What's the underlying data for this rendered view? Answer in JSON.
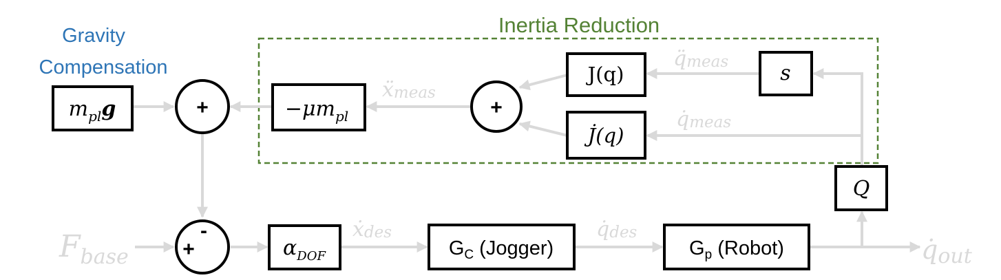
{
  "colors": {
    "gravity_title": "#2e75b6",
    "inertia_title": "#548235",
    "inertia_border": "#548235",
    "signal_line": "#d9d9d9",
    "faint_label": "#d9d9d9",
    "block_border": "#000000"
  },
  "groups": {
    "gravity_line1": "Gravity",
    "gravity_line2": "Compensation",
    "inertia": "Inertia Reduction"
  },
  "blocks": {
    "gravity_base": "m",
    "gravity_sub": "pl",
    "gravity_vec": "g",
    "neg_mu_base": "−μm",
    "neg_mu_sub": "pl",
    "jacobian": "J(q)",
    "jacobian_dot": "J̇(q)",
    "s": "s",
    "q_block": "Q",
    "alpha_base": "α",
    "alpha_sub": "DOF",
    "gc_base": "G",
    "gc_sub": "C",
    "gc_rest": " (Jogger)",
    "gp_base": "G",
    "gp_sub": "p",
    "gp_rest": " (Robot)"
  },
  "sums": {
    "sum_top_left": "+",
    "sum_inertia": "+",
    "sum_bottom_plus": "+",
    "sum_bottom_minus": "-"
  },
  "signals": {
    "x_meas_base": "ẍ",
    "x_meas_sub": "meas",
    "q_ddot_base": "q̈",
    "q_ddot_sub": "meas",
    "q_dot_base": "q̇",
    "q_dot_sub": "meas",
    "f_base": "F",
    "f_sub": "base",
    "x_des_base": "ẋ",
    "x_des_sub": "des",
    "q_des_base": "q̇",
    "q_des_sub": "des",
    "q_out_base": "q̇",
    "q_out_sub": "out"
  }
}
